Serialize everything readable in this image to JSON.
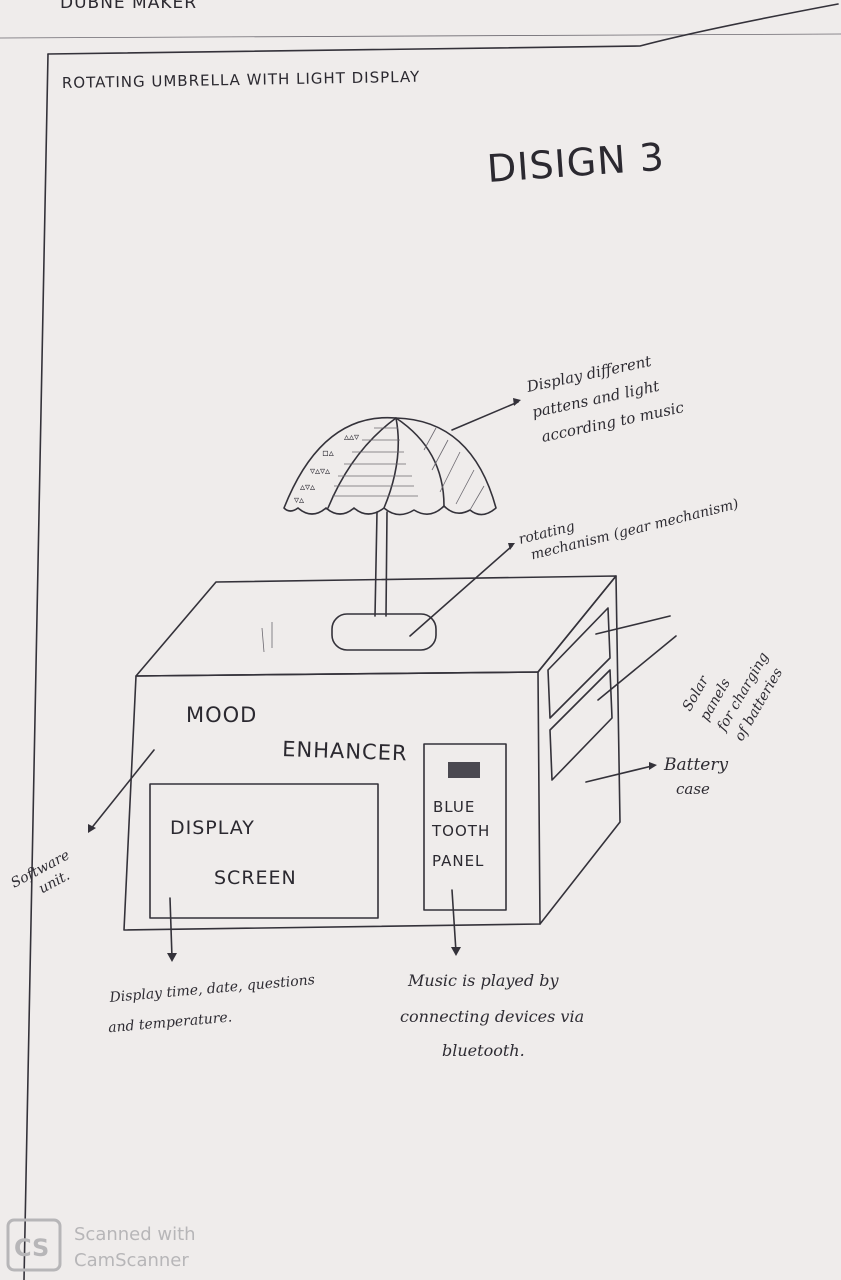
{
  "header_fragment": "DUBNE MAKER",
  "project_title": "ROTATING UMBRELLA WITH LIGHT DISPLAY",
  "design_label": "DISIGN 3",
  "box": {
    "label_line1": "MOOD",
    "label_line2": "ENHANCER",
    "screen_line1": "DISPLAY",
    "screen_line2": "SCREEN",
    "bt_line1": "BLUE",
    "bt_line2": "TOOTH",
    "bt_line3": "PANEL"
  },
  "annotations": {
    "umbrella": [
      "Display different",
      "pattens and light",
      "according to music"
    ],
    "rotating": [
      "rotating",
      "mechanism (gear mechanism)"
    ],
    "solar": [
      "Solar",
      "panels",
      "for charging",
      "of batteries"
    ],
    "battery": [
      "Battery",
      "case"
    ],
    "software": [
      "Software",
      "unit."
    ],
    "display": [
      "Display time, date, questions",
      "and temperature."
    ],
    "music": [
      "Music is played by",
      "connecting devices via",
      "bluetooth."
    ]
  },
  "watermark": {
    "logo": "CS",
    "line1": "Scanned with",
    "line2": "CamScanner"
  }
}
